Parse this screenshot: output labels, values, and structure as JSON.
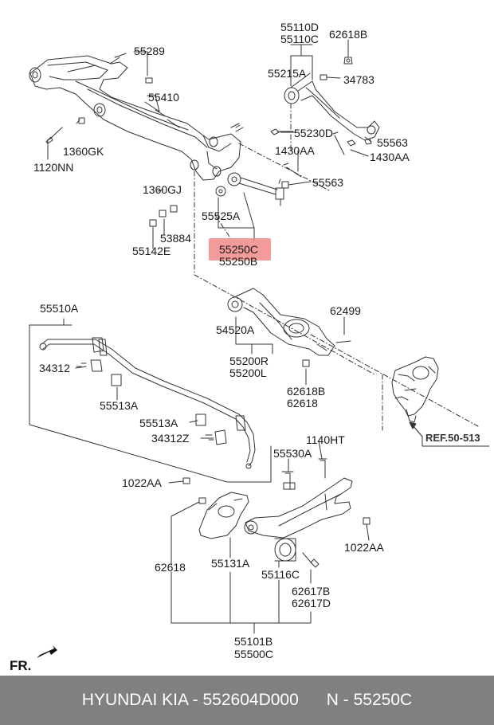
{
  "labels": {
    "l55110D": "55110D",
    "l55110C": "55110C",
    "l62618B_top": "62618B",
    "l55289": "55289",
    "l55215A": "55215A",
    "l34783": "34783",
    "l55410": "55410",
    "l55230D": "55230D",
    "l55563_a": "55563",
    "l1360GK": "1360GK",
    "l1430AA_a": "1430AA",
    "l1430AA_b": "1430AA",
    "l1120NN": "1120NN",
    "l55563_b": "55563",
    "l1360GJ": "1360GJ",
    "l55525A": "55525A",
    "l53884": "53884",
    "l55142E": "55142E",
    "l55250C": "55250C",
    "l55250B": "55250B",
    "l55510A": "55510A",
    "l62499": "62499",
    "l34312": "34312",
    "l54520A": "54520A",
    "l55200R": "55200R",
    "l55200L": "55200L",
    "l55513A_a": "55513A",
    "l62618B_mid": "62618B",
    "l62618_mid": "62618",
    "l55513A_b": "55513A",
    "l34312Z": "34312Z",
    "l1140HT": "1140HT",
    "l55530A": "55530A",
    "l1022AA_a": "1022AA",
    "l1022AA_b": "1022AA",
    "l62618_low": "62618",
    "l55131A": "55131A",
    "l55116C": "55116C",
    "l62617B": "62617B",
    "l62617D": "62617D",
    "l55101B": "55101B",
    "l55500C": "55500C"
  },
  "ref_label": "REF.50-513",
  "fr_label": "FR.",
  "footer": {
    "brand": "HYUNDAI KIA - 552604D000",
    "code": "N - 55250C"
  },
  "colors": {
    "highlight": "#f08a8a",
    "footer_bg": "#808080",
    "line": "#333333"
  }
}
